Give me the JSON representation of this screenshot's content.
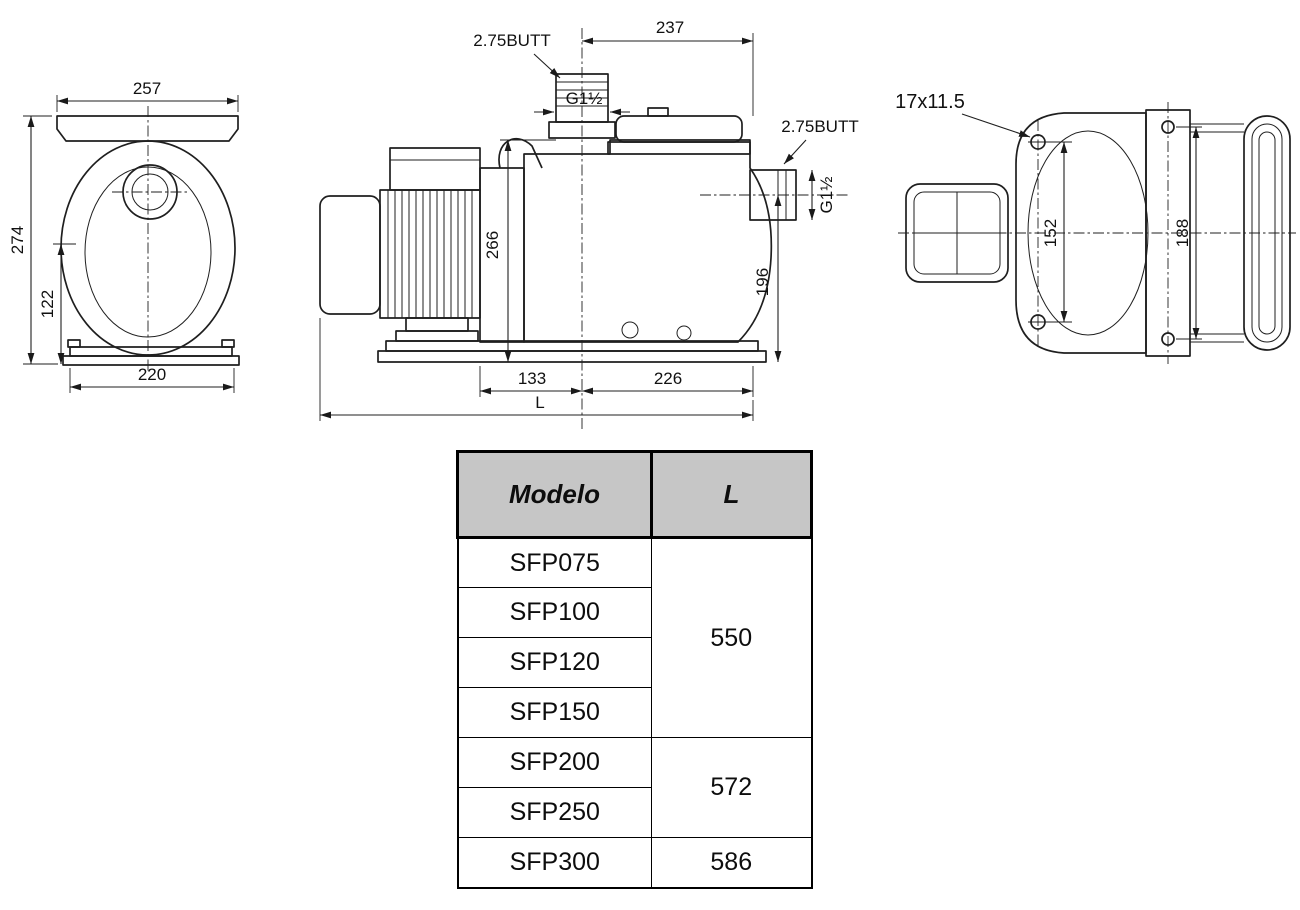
{
  "views": {
    "front": {
      "dims": {
        "top_width": "257",
        "overall_height": "274",
        "lower_height": "122",
        "base_width": "220"
      }
    },
    "side": {
      "dims": {
        "butt_top": "2.75BUTT",
        "thread_top": "G1½",
        "top_width": "237",
        "butt_right": "2.75BUTT",
        "thread_right": "G1½",
        "height": "266",
        "port_height": "196",
        "motor_to_center": "133",
        "center_to_end": "226",
        "overall_length": "L"
      }
    },
    "rear": {
      "dims": {
        "slot": "17x11.5",
        "hole_spacing": "152",
        "plate_height": "188"
      }
    }
  },
  "table": {
    "header": {
      "model": "Modelo",
      "length": "L"
    },
    "rows": [
      {
        "model": "SFP075"
      },
      {
        "model": "SFP100"
      },
      {
        "model": "SFP120"
      },
      {
        "model": "SFP150"
      },
      {
        "model": "SFP200"
      },
      {
        "model": "SFP250"
      },
      {
        "model": "SFP300"
      }
    ],
    "lengths": [
      {
        "value": "550",
        "span": 4
      },
      {
        "value": "572",
        "span": 2
      },
      {
        "value": "586",
        "span": 1
      }
    ]
  }
}
